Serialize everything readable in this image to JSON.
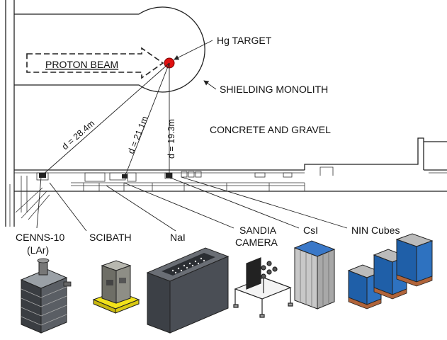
{
  "labels": {
    "hg_target": "Hg TARGET",
    "proton_beam": "PROTON BEAM",
    "shielding_monolith": "SHIELDING MONOLITH",
    "concrete_gravel": "CONCRETE AND GRAVEL",
    "dist_cenns": "d = 28.4m",
    "dist_nai": "d = 21.1m",
    "dist_csi": "d = 19.3m",
    "cenns": "CENNS-10",
    "cenns_sub": "(LAr)",
    "scibath": "SCIBATH",
    "nai": "NaI",
    "sandia_line1": "SANDIA",
    "sandia_line2": "CAMERA",
    "csi": "CsI",
    "nin": "NIN Cubes"
  },
  "colors": {
    "target": "#e01010",
    "csi_top": "#3a78c8",
    "nin_blue": "#1f5fa8",
    "scibath_base": "#f2e21a",
    "nai_body": "#4a4e55",
    "pallet": "#b0643a"
  }
}
